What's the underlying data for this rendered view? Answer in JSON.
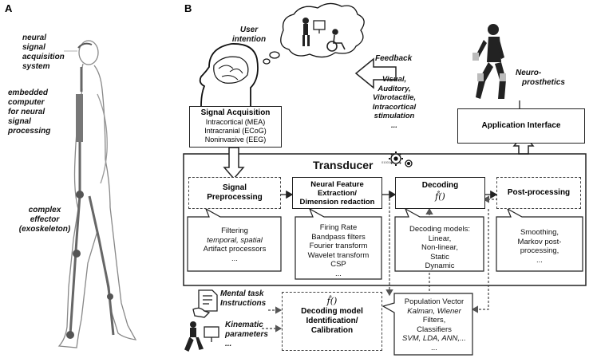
{
  "panel_a": {
    "letter": "A",
    "labels": {
      "acquisition": [
        "neural",
        "signal",
        "acquisition",
        "system"
      ],
      "computer": [
        "embedded",
        "computer",
        "for neural",
        "signal",
        "processing"
      ],
      "effector": [
        "complex",
        "effector",
        "(exoskeleton)"
      ]
    }
  },
  "panel_b": {
    "letter": "B",
    "user_intention": [
      "User",
      "intention"
    ],
    "feedback": {
      "title": "Feedback",
      "items": [
        "Visual,",
        "Auditory,",
        "Vibrotactile,",
        "Intracortical",
        "stimulation",
        "..."
      ]
    },
    "neuroprosthetics": [
      "Neuro-",
      "prosthetics"
    ],
    "signal_acquisition": {
      "title": "Signal Acquisition",
      "items": [
        "Intracortical (MEA)",
        "Intracranial (ECoG)",
        "Noninvasive (EEG)"
      ]
    },
    "application_interface": "Application Interface",
    "transducer": "Transducer",
    "stages": {
      "preprocessing": [
        "Signal",
        "Preprocessing"
      ],
      "feature": [
        "Neural Feature",
        "Extraction/",
        "Dimension redaction"
      ],
      "decoding": "Decoding",
      "decoding_fn": "f̂()",
      "postprocessing": "Post-processing"
    },
    "notes": {
      "preprocessing": [
        "Filtering",
        "temporal, spatial",
        "Artifact processors",
        "..."
      ],
      "feature": [
        "Firing Rate",
        "Bandpass filters",
        "Fourier transform",
        "Wavelet transform",
        "CSP",
        "..."
      ],
      "decoding": [
        "Decoding models:",
        "Linear,",
        "Non-linear,",
        "Static",
        "Dynamic"
      ],
      "postprocessing": [
        "Smoothing,",
        "Markov post-",
        "processing,",
        "..."
      ]
    },
    "calibration": {
      "mental_task": [
        "Mental task",
        "Instructions"
      ],
      "kinematic": [
        "Kinematic",
        "parameters",
        "..."
      ],
      "fn": "f̂()",
      "title": [
        "Decoding model",
        "Identification/",
        "Calibration"
      ],
      "models": [
        "Population Vector",
        "Kalman, Wiener",
        "Filters,",
        "Classifiers",
        "SVM, LDA, ANN,...",
        "..."
      ]
    },
    "gear_text": "0100101"
  }
}
